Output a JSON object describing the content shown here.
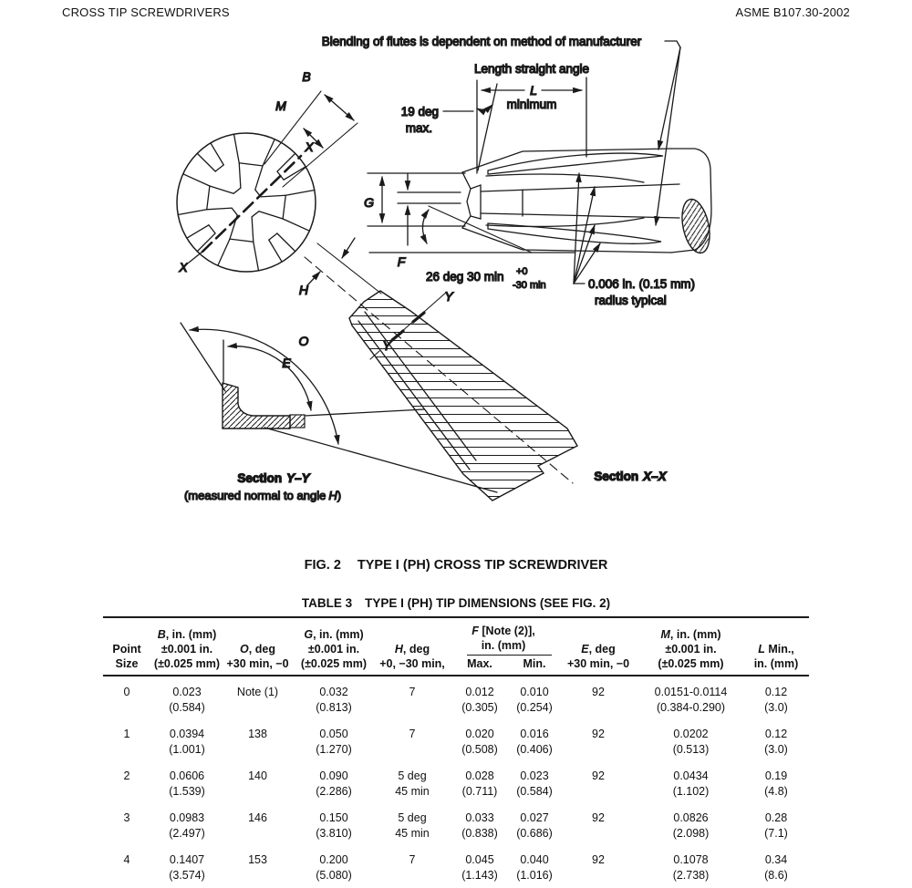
{
  "page": {
    "header_left": "CROSS TIP SCREWDRIVERS",
    "header_right": "ASME B107.30-2002"
  },
  "figure": {
    "caption_prefix": "FIG. 2",
    "caption_title": "TYPE I (PH) CROSS TIP SCREWDRIVER",
    "labels": {
      "blending": "Blending of flutes is dependent on method of manufacturer",
      "length_straight_angle": "Length straight angle",
      "l": "L",
      "minimum": "minimum",
      "deg19_line1": "19 deg",
      "deg19_line2": "max.",
      "g": "G",
      "f": "F",
      "angle26": "26 deg 30 min",
      "angle26_tol_plus": "+0",
      "angle26_tol_minus": "-30 min",
      "radius_line1": "0.006 in. (0.15 mm)",
      "radius_line2": "radius typical",
      "b": "B",
      "m": "M",
      "x1": "X",
      "x2": "X",
      "h": "H",
      "y1": "Y",
      "y2": "Y",
      "o": "O",
      "e": "E",
      "section_yy_prefix": "Section",
      "section_yy_name": "Y–Y",
      "section_yy_note_1": "(measured normal to angle",
      "section_yy_note_sym": "H",
      "section_yy_note_2": ")",
      "section_xx_prefix": "Section",
      "section_xx_name": "X–X"
    }
  },
  "table": {
    "title_prefix": "TABLE 3",
    "title_text": "TYPE I (PH) TIP DIMENSIONS (SEE FIG. 2)",
    "headers": {
      "point": {
        "lines": [
          "Point",
          "Size"
        ]
      },
      "b": {
        "sym": "B",
        "rest": ", in. (mm)",
        "lines": [
          "±0.001 in.",
          "(±0.025 mm)"
        ]
      },
      "o": {
        "sym": "O",
        "rest": ", deg",
        "lines": [
          "+30 min, −0"
        ]
      },
      "g": {
        "sym": "G",
        "rest": ", in. (mm)",
        "lines": [
          "±0.001 in.",
          "(±0.025 mm)"
        ]
      },
      "h": {
        "sym": "H",
        "rest": ", deg",
        "lines": [
          "+0, −30 min,"
        ]
      },
      "f": {
        "sym": "F",
        "rest": " [Note (2)],",
        "line2": "in. (mm)",
        "max": "Max.",
        "min": "Min."
      },
      "e": {
        "sym": "E",
        "rest": ", deg",
        "lines": [
          "+30 min, −0"
        ]
      },
      "m": {
        "sym": "M",
        "rest": ", in. (mm)",
        "lines": [
          "±0.001 in.",
          "(±0.025 mm)"
        ]
      },
      "l": {
        "sym": "L",
        "rest": " Min.,",
        "lines": [
          "in. (mm)"
        ]
      }
    },
    "rows": [
      {
        "point": [
          "0"
        ],
        "b": [
          "0.023",
          "(0.584)"
        ],
        "o": [
          "Note (1)"
        ],
        "g": [
          "0.032",
          "(0.813)"
        ],
        "h": [
          "7"
        ],
        "f_max": [
          "0.012",
          "(0.305)"
        ],
        "f_min": [
          "0.010",
          "(0.254)"
        ],
        "e": [
          "92"
        ],
        "m": [
          "0.0151-0.0114",
          "(0.384-0.290)"
        ],
        "l": [
          "0.12",
          "(3.0)"
        ]
      },
      {
        "point": [
          "1"
        ],
        "b": [
          "0.0394",
          "(1.001)"
        ],
        "o": [
          "138"
        ],
        "g": [
          "0.050",
          "(1.270)"
        ],
        "h": [
          "7"
        ],
        "f_max": [
          "0.020",
          "(0.508)"
        ],
        "f_min": [
          "0.016",
          "(0.406)"
        ],
        "e": [
          "92"
        ],
        "m": [
          "0.0202",
          "(0.513)"
        ],
        "l": [
          "0.12",
          "(3.0)"
        ]
      },
      {
        "point": [
          "2"
        ],
        "b": [
          "0.0606",
          "(1.539)"
        ],
        "o": [
          "140"
        ],
        "g": [
          "0.090",
          "(2.286)"
        ],
        "h": [
          "5 deg",
          "45 min"
        ],
        "f_max": [
          "0.028",
          "(0.711)"
        ],
        "f_min": [
          "0.023",
          "(0.584)"
        ],
        "e": [
          "92"
        ],
        "m": [
          "0.0434",
          "(1.102)"
        ],
        "l": [
          "0.19",
          "(4.8)"
        ]
      },
      {
        "point": [
          "3"
        ],
        "b": [
          "0.0983",
          "(2.497)"
        ],
        "o": [
          "146"
        ],
        "g": [
          "0.150",
          "(3.810)"
        ],
        "h": [
          "5 deg",
          "45 min"
        ],
        "f_max": [
          "0.033",
          "(0.838)"
        ],
        "f_min": [
          "0.027",
          "(0.686)"
        ],
        "e": [
          "92"
        ],
        "m": [
          "0.0826",
          "(2.098)"
        ],
        "l": [
          "0.28",
          "(7.1)"
        ]
      },
      {
        "point": [
          "4"
        ],
        "b": [
          "0.1407",
          "(3.574)"
        ],
        "o": [
          "153"
        ],
        "g": [
          "0.200",
          "(5.080)"
        ],
        "h": [
          "7"
        ],
        "f_max": [
          "0.045",
          "(1.143)"
        ],
        "f_min": [
          "0.040",
          "(1.016)"
        ],
        "e": [
          "92"
        ],
        "m": [
          "0.1078",
          "(2.738)"
        ],
        "l": [
          "0.34",
          "(8.6)"
        ]
      }
    ]
  }
}
